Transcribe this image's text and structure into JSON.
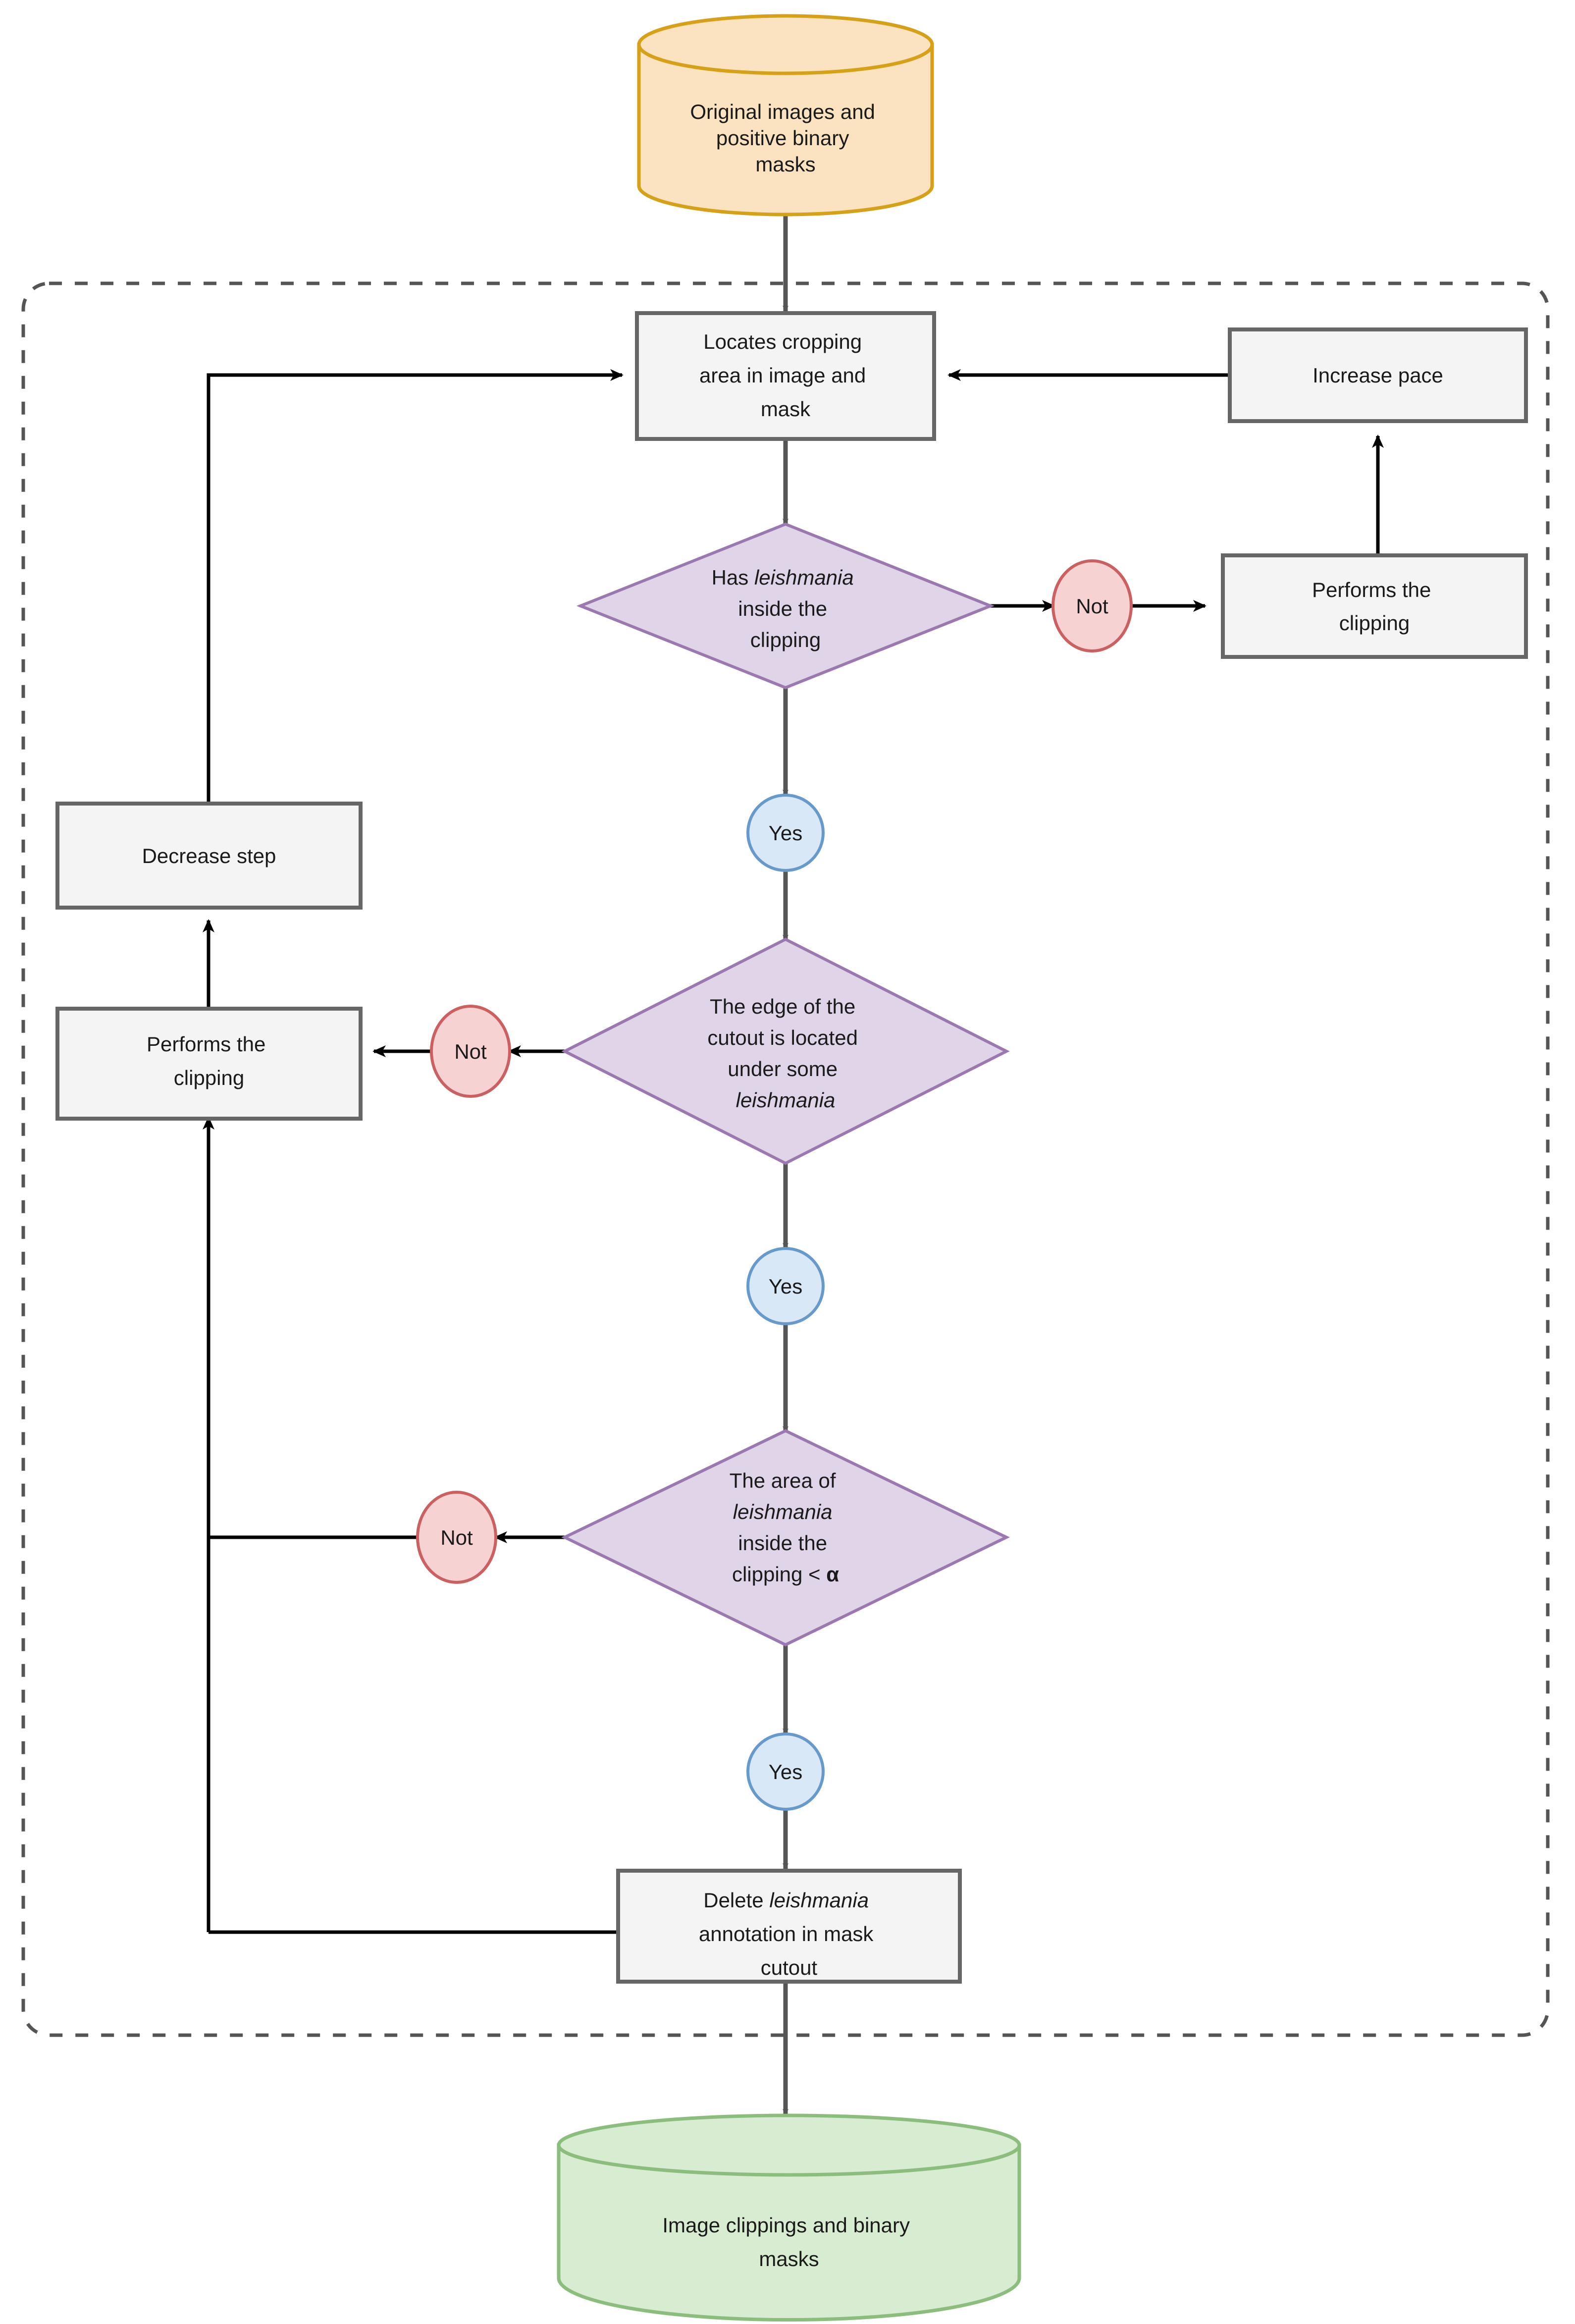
{
  "diagram": {
    "title": "Leishmania image clipping pipeline flowchart",
    "colors": {
      "cylinder_start_fill": "#fbe2c0",
      "cylinder_start_stroke": "#d6a017",
      "cylinder_end_fill": "#d7ecd0",
      "cylinder_end_stroke": "#8bbd7c",
      "process_fill": "#f4f4f4",
      "process_stroke": "#666666",
      "decision_fill": "#e0d4e8",
      "decision_stroke": "#9b79b0",
      "not_fill": "#f6d2d2",
      "not_stroke": "#cc5f5f",
      "yes_fill": "#d8e8f7",
      "yes_stroke": "#6699cc",
      "connector": "#666666",
      "connector_dark": "#000000",
      "dashed_border": "#555555"
    },
    "nodes": {
      "start_store": {
        "type": "cylinder",
        "lines": [
          "Original images and",
          "positive binary",
          "masks"
        ]
      },
      "locate": {
        "type": "process",
        "lines": [
          "Locates cropping",
          "area in image and",
          "mask"
        ]
      },
      "increase_pace": {
        "type": "process",
        "lines": [
          "Increase pace"
        ]
      },
      "performs_clipping_right": {
        "type": "process",
        "lines": [
          "Performs the",
          "clipping"
        ]
      },
      "decision_has": {
        "type": "decision",
        "lines": [
          {
            "text": "Has ",
            "italic": false,
            "next": {
              "text": "leishmania",
              "italic": true
            }
          },
          {
            "text": "inside the",
            "italic": false
          },
          {
            "text": "clipping",
            "italic": false
          }
        ],
        "plain": [
          "Has leishmania",
          "inside the",
          "clipping"
        ]
      },
      "decision_edge": {
        "type": "decision",
        "plain": [
          "The edge of the",
          "cutout is located",
          "under some",
          "leishmania"
        ]
      },
      "decision_area": {
        "type": "decision",
        "plain": [
          "The area of",
          "leishmania",
          "inside the",
          "clipping < α"
        ]
      },
      "decrease_step": {
        "type": "process",
        "lines": [
          "Decrease step"
        ]
      },
      "performs_clipping_left": {
        "type": "process",
        "lines": [
          "Performs the",
          "clipping"
        ]
      },
      "delete_annotation": {
        "type": "process",
        "lines": [
          "Delete leishmania",
          "annotation in mask",
          "cutout"
        ]
      },
      "end_store": {
        "type": "cylinder",
        "lines": [
          "Image clippings and binary",
          "masks"
        ]
      }
    },
    "badges": {
      "not_1": "Not",
      "not_2": "Not",
      "not_3": "Not",
      "yes_1": "Yes",
      "yes_2": "Yes",
      "yes_3": "Yes"
    }
  }
}
